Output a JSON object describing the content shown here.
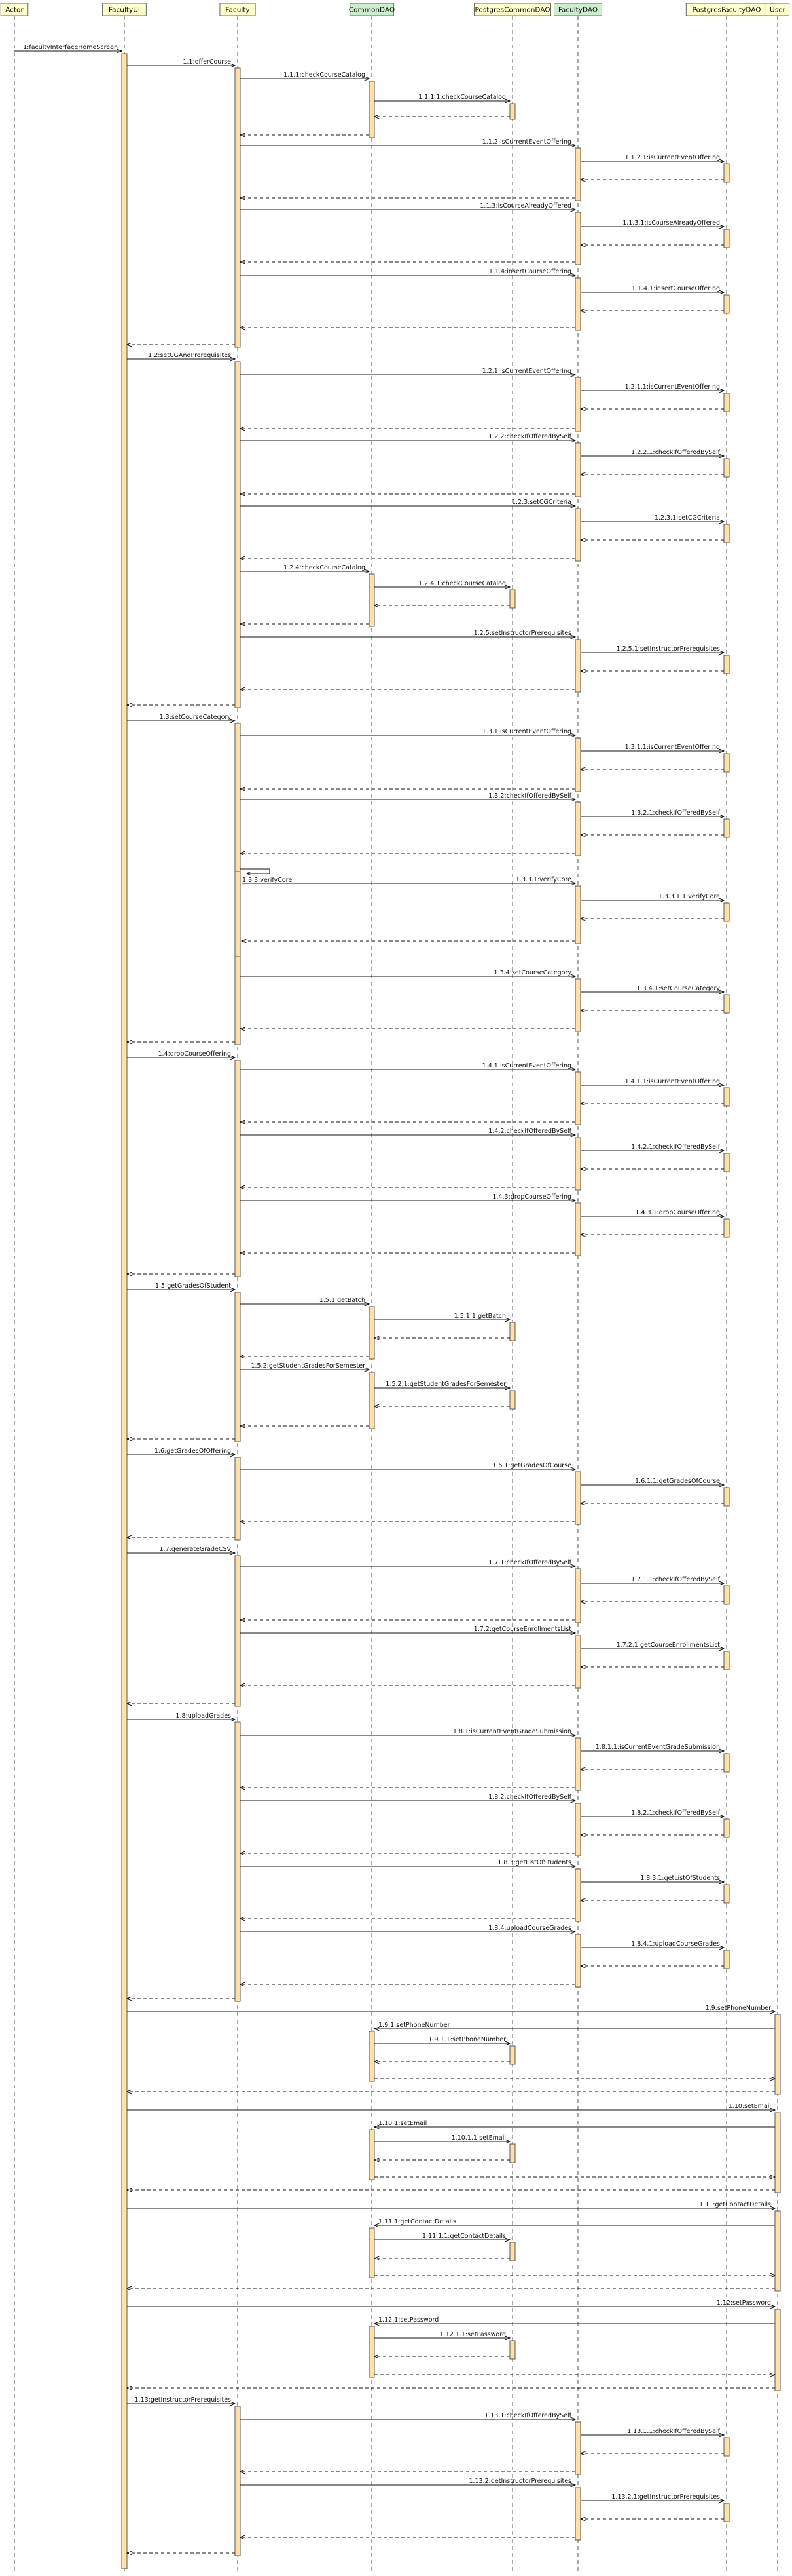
{
  "colors": {
    "header_fill": "#ffffcc",
    "header_fill_alt": "#cceecc",
    "header_stroke": "#666666",
    "activation_fill": "#ffe1a8",
    "activation_stroke": "#555555",
    "lifeline": "#555555",
    "arrow": "#111111"
  },
  "participants": [
    {
      "name": "Actor"
    },
    {
      "name": "FacultyUI"
    },
    {
      "name": "Faculty"
    },
    {
      "name": "CommonDAO",
      "style": "alt"
    },
    {
      "name": "PostgresCommonDAO"
    },
    {
      "name": "FacultyDAO",
      "style": "alt"
    },
    {
      "name": "PostgresFacultyDAO"
    },
    {
      "name": "User"
    }
  ],
  "messages": [
    {
      "label": "1:facultyInterfaceHomeScreen"
    },
    {
      "label": "1.1:offerCourse"
    },
    {
      "label": "1.1.1:checkCourseCatalog"
    },
    {
      "label": "1.1.1.1:checkCourseCatalog"
    },
    {
      "label": "1.1.2:isCurrentEventOffering"
    },
    {
      "label": "1.1.2.1:isCurrentEventOffering"
    },
    {
      "label": "1.1.3:isCourseAlreadyOffered"
    },
    {
      "label": "1.1.3.1:isCourseAlreadyOffered"
    },
    {
      "label": "1.1.4:insertCourseOffering"
    },
    {
      "label": "1.1.4.1:insertCourseOffering"
    },
    {
      "label": "1.2:setCGAndPrerequisites"
    },
    {
      "label": "1.2.1:isCurrentEventOffering"
    },
    {
      "label": "1.2.1.1:isCurrentEventOffering"
    },
    {
      "label": "1.2.2:checkIfOfferedBySelf"
    },
    {
      "label": "1.2.2.1:checkIfOfferedBySelf"
    },
    {
      "label": "1.2.3:setCGCriteria"
    },
    {
      "label": "1.2.3.1:setCGCriteria"
    },
    {
      "label": "1.2.4:checkCourseCatalog"
    },
    {
      "label": "1.2.4.1:checkCourseCatalog"
    },
    {
      "label": "1.2.5:setInstructorPrerequisites"
    },
    {
      "label": "1.2.5.1:setInstructorPrerequisites"
    },
    {
      "label": "1.3:setCourseCategory"
    },
    {
      "label": "1.3.1:isCurrentEventOffering"
    },
    {
      "label": "1.3.1.1:isCurrentEventOffering"
    },
    {
      "label": "1.3.2:checkIfOfferedBySelf"
    },
    {
      "label": "1.3.2.1:checkIfOfferedBySelf"
    },
    {
      "label": "1.3.3:verifyCore"
    },
    {
      "label": "1.3.3.1:verifyCore"
    },
    {
      "label": "1.3.3.1.1:verifyCore"
    },
    {
      "label": "1.3.4:setCourseCategory"
    },
    {
      "label": "1.3.4.1:setCourseCategory"
    },
    {
      "label": "1.4:dropCourseOffering"
    },
    {
      "label": "1.4.1:isCurrentEventOffering"
    },
    {
      "label": "1.4.1.1:isCurrentEventOffering"
    },
    {
      "label": "1.4.2:checkIfOfferedBySelf"
    },
    {
      "label": "1.4.2.1:checkIfOfferedBySelf"
    },
    {
      "label": "1.4.3:dropCourseOffering"
    },
    {
      "label": "1.4.3.1:dropCourseOffering"
    },
    {
      "label": "1.5:getGradesOfStudent"
    },
    {
      "label": "1.5.1:getBatch"
    },
    {
      "label": "1.5.1.1:getBatch"
    },
    {
      "label": "1.5.2:getStudentGradesForSemester"
    },
    {
      "label": "1.5.2.1:getStudentGradesForSemester"
    },
    {
      "label": "1.6:getGradesOfOffering"
    },
    {
      "label": "1.6.1:getGradesOfCourse"
    },
    {
      "label": "1.6.1.1:getGradesOfCourse"
    },
    {
      "label": "1.7:generateGradeCSV"
    },
    {
      "label": "1.7.1:checkIfOfferedBySelf"
    },
    {
      "label": "1.7.1.1:checkIfOfferedBySelf"
    },
    {
      "label": "1.7.2:getCourseEnrollmentsList"
    },
    {
      "label": "1.7.2.1:getCourseEnrollmentsList"
    },
    {
      "label": "1.8:uploadGrades"
    },
    {
      "label": "1.8.1:isCurrentEventGradeSubmission"
    },
    {
      "label": "1.8.1.1:isCurrentEventGradeSubmission"
    },
    {
      "label": "1.8.2:checkIfOfferedBySelf"
    },
    {
      "label": "1.8.2.1:checkIfOfferedBySelf"
    },
    {
      "label": "1.8.3:getListOfStudents"
    },
    {
      "label": "1.8.3.1:getListOfStudents"
    },
    {
      "label": "1.8.4:uploadCourseGrades"
    },
    {
      "label": "1.8.4.1:uploadCourseGrades"
    },
    {
      "label": "1.9:setPhoneNumber"
    },
    {
      "label": "1.9.1:setPhoneNumber"
    },
    {
      "label": "1.9.1.1:setPhoneNumber"
    },
    {
      "label": "1.10:setEmail"
    },
    {
      "label": "1.10.1:setEmail"
    },
    {
      "label": "1.10.1.1:setEmail"
    },
    {
      "label": "1.11:getContactDetails"
    },
    {
      "label": "1.11.1:getContactDetails"
    },
    {
      "label": "1.11.1.1:getContactDetails"
    },
    {
      "label": "1.12:setPassword"
    },
    {
      "label": "1.12.1:setPassword"
    },
    {
      "label": "1.12.1.1:setPassword"
    },
    {
      "label": "1.13:getInstructorPrerequisites"
    },
    {
      "label": "1.13.1:checkIfOfferedBySelf"
    },
    {
      "label": "1.13.1.1:checkIfOfferedBySelf"
    },
    {
      "label": "1.13.2:getInstructorPrerequisites"
    },
    {
      "label": "1.13.2.1:getInstructorPrerequisites"
    }
  ]
}
